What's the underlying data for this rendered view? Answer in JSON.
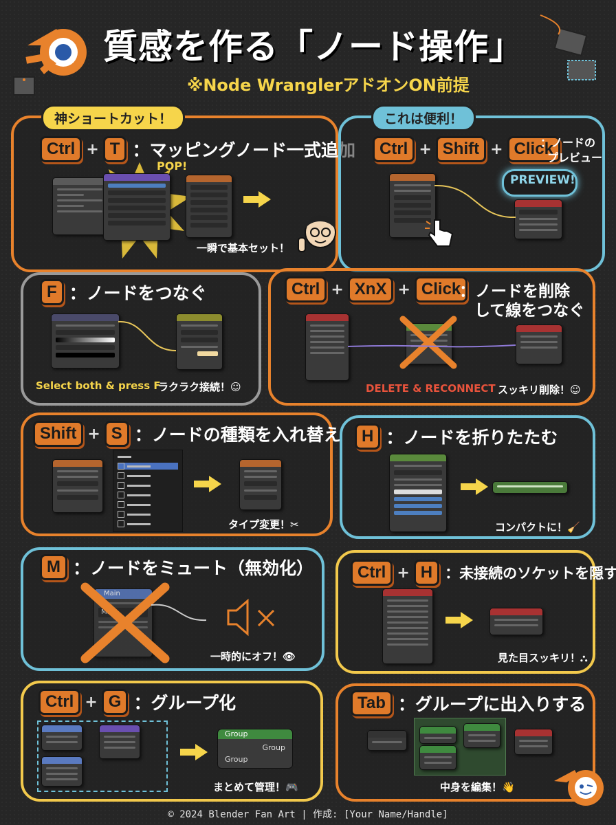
{
  "header": {
    "title": "質感を作る「ノード操作」",
    "subtitle": "※Node WranglerアドオンON前提"
  },
  "banners": {
    "kami": "神ショートカット！",
    "benri": "これは便利！"
  },
  "cards": [
    {
      "keys": [
        "Ctrl",
        "T"
      ],
      "desc": "：マッピングノード一式追加",
      "note": "一瞬で基本セット！",
      "badge": "POP!"
    },
    {
      "keys": [
        "Ctrl",
        "Shift",
        "Click"
      ],
      "desc_line1": "：ノードの",
      "desc_line2": "プレビュー",
      "badge": "PREVIEW!"
    },
    {
      "keys": [
        "F"
      ],
      "desc": "：ノードをつなぐ",
      "note_left": "Select both & press F",
      "note_right": "ラクラク接続！☺"
    },
    {
      "keys": [
        "Ctrl",
        "XnX",
        "Click"
      ],
      "desc_line1": "：ノードを削除",
      "desc_line2": "して線をつなぐ",
      "note_center": "DELETE & RECONNECT",
      "note_right": "スッキリ削除！☺"
    },
    {
      "keys": [
        "Shift",
        "S"
      ],
      "desc": "：ノードの種類を入れ替え",
      "note": "タイプ変更！✂"
    },
    {
      "keys": [
        "H"
      ],
      "desc": "：ノードを折りたたむ",
      "note": "コンパクトに！🧹"
    },
    {
      "keys": [
        "M"
      ],
      "desc": "：ノードをミュート（無効化）",
      "node_title": "Main",
      "node_field": "Mai",
      "note": "一時的にオフ！👁"
    },
    {
      "keys": [
        "Ctrl",
        "H"
      ],
      "desc": "：未接続のソケットを隠す",
      "note": "見た目スッキリ！⛬"
    },
    {
      "keys": [
        "Ctrl",
        "G"
      ],
      "desc": "：グループ化",
      "group_title": "Group",
      "group_output": "Group",
      "group_input": "Group",
      "note": "まとめて管理！🎮"
    },
    {
      "keys": [
        "Tab"
      ],
      "desc": "：グループに出入りする",
      "note": "中身を編集！👋"
    }
  ],
  "footer": "© 2024 Blender Fan Art | 作成: [Your Name/Handle]",
  "colors": {
    "orange": "#e8822c",
    "teal": "#6fc1d8",
    "gray": "#9a9a9a",
    "yellow": "#f2c94c",
    "key": "#e07a2a"
  },
  "icons": [
    "blender-logo-icon",
    "arrow-right-icon",
    "speaker-mute-icon",
    "cross-icon"
  ]
}
